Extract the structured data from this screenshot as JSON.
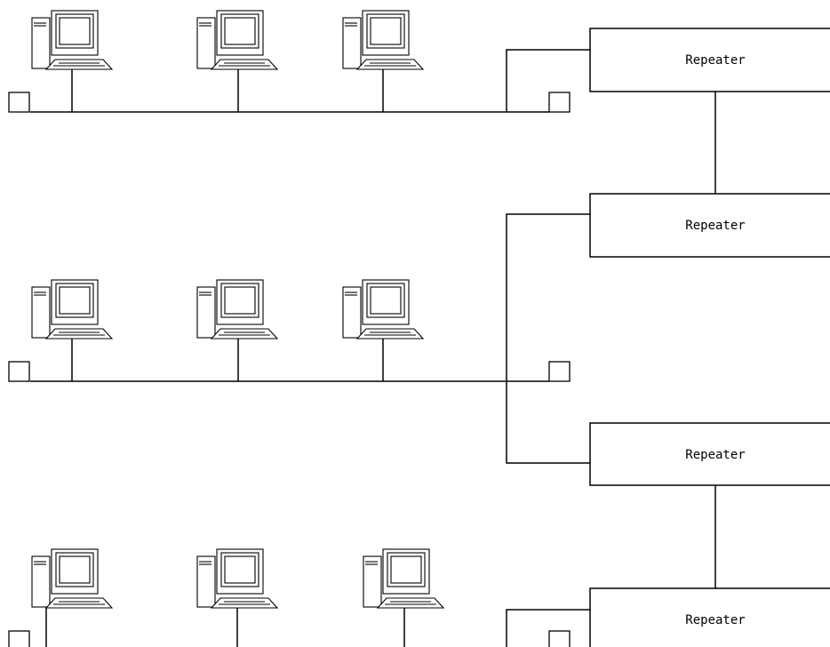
{
  "diagram": {
    "repeaters": [
      {
        "label": "Repeater"
      },
      {
        "label": "Repeater"
      },
      {
        "label": "Repeater"
      },
      {
        "label": "Repeater"
      }
    ],
    "segments": [
      {
        "computers": 3
      },
      {
        "computers": 3
      },
      {
        "computers": 3
      }
    ],
    "icons": {
      "computer": "desktop-computer-icon",
      "terminator": "terminator-square"
    }
  }
}
